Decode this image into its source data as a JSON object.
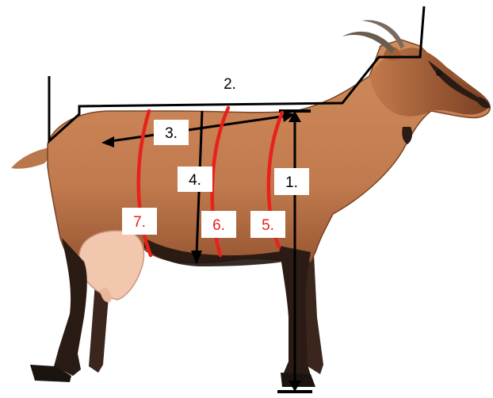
{
  "labels": {
    "m1": "1.",
    "m2": "2.",
    "m3": "3.",
    "m4": "4.",
    "m5": "5.",
    "m6": "6.",
    "m7": "7."
  },
  "colors": {
    "background": "#ffffff",
    "goat_coat": "#c17a4e",
    "goat_shadow": "#8e4f2c",
    "goat_dark": "#2a1b14",
    "udder": "#f2c7ae",
    "measure_black": "#000000",
    "girth_red": "#e8221b",
    "label_black": "#000000",
    "label_red": "#e8221b"
  },
  "icons": {
    "figure": "goat-side-view-illustration"
  }
}
